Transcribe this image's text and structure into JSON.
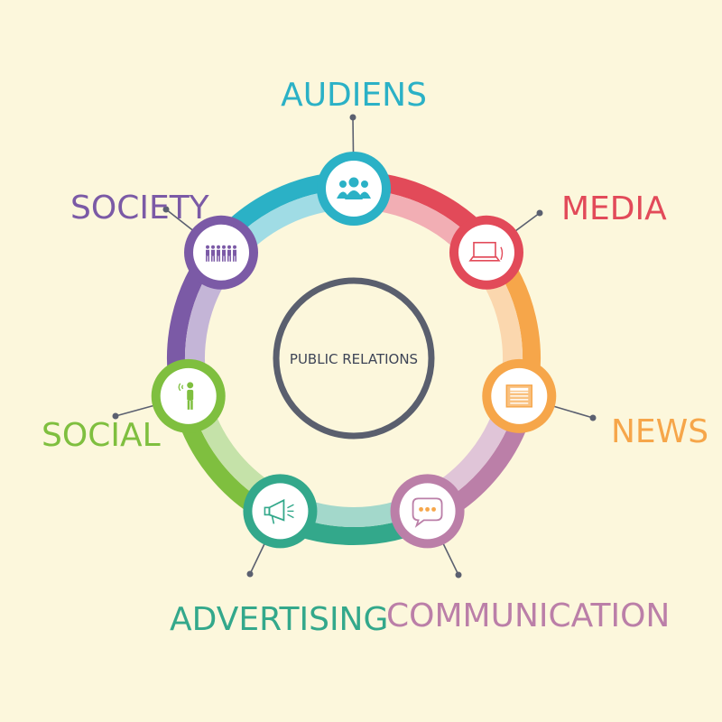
{
  "center": {
    "label": "PUBLIC RELATIONS",
    "ring_color": "#5a5f6e"
  },
  "nodes": [
    {
      "id": "audiens",
      "label": "AUDIENS",
      "color": "#2bb1c6",
      "icon": "group-icon"
    },
    {
      "id": "media",
      "label": "MEDIA",
      "color": "#e24a59",
      "icon": "laptop-icon"
    },
    {
      "id": "news",
      "label": "NEWS",
      "color": "#f6a64a",
      "icon": "newspaper-icon"
    },
    {
      "id": "communication",
      "label": "COMMUNICATION",
      "color": "#bb7fa8",
      "icon": "speech-bubble-icon"
    },
    {
      "id": "advertising",
      "label": "ADVERTISING",
      "color": "#33a88b",
      "icon": "megaphone-icon"
    },
    {
      "id": "social",
      "label": "SOCIAL",
      "color": "#7fbf3f",
      "icon": "person-icon"
    },
    {
      "id": "society",
      "label": "SOCIETY",
      "color": "#7b5aa6",
      "icon": "crowd-icon"
    }
  ]
}
